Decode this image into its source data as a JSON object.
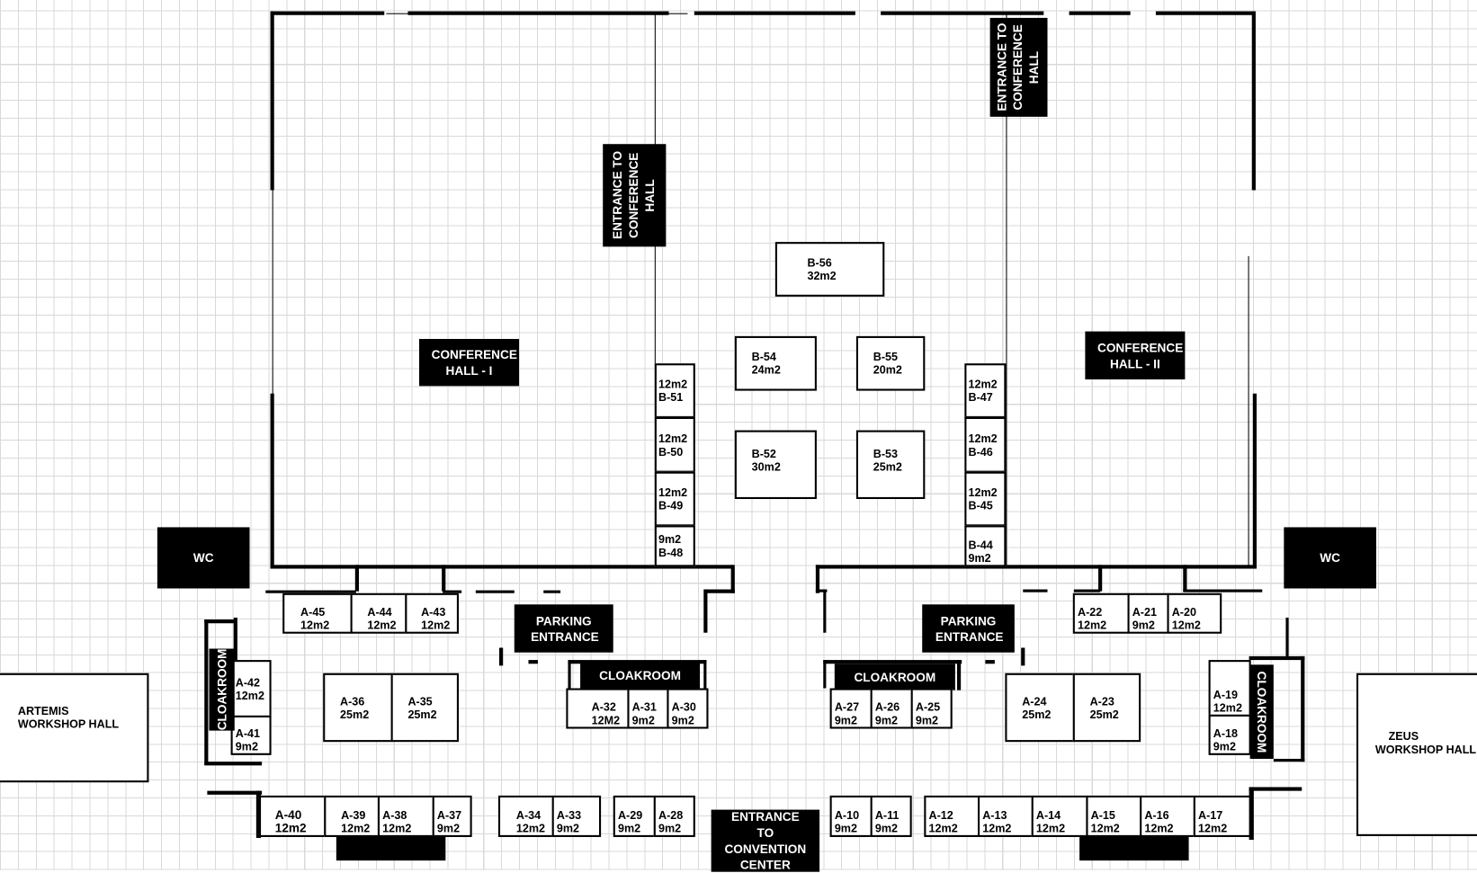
{
  "labels": {
    "entrance_conf": "ENTRANCE TO CONFERENCE HALL",
    "conf_hall_1": "CONFERENCE HALL - I",
    "conf_hall_2": "CONFERENCE HALL - II",
    "wc": "WC",
    "parking": "PARKING ENTRANCE",
    "cloakroom": "CLOAKROOM",
    "artemis_1": "ARTEMIS",
    "artemis_2": "WORKSHOP HALL",
    "zeus_1": "ZEUS",
    "zeus_2": "WORKSHOP HALL",
    "entrance_convention": "ENTRANCE TO CONVENTION CENTER"
  },
  "booths": {
    "B56": {
      "id": "B-56",
      "size": "32m2"
    },
    "B54": {
      "id": "B-54",
      "size": "24m2"
    },
    "B55": {
      "id": "B-55",
      "size": "20m2"
    },
    "B52": {
      "id": "B-52",
      "size": "30m2"
    },
    "B53": {
      "id": "B-53",
      "size": "25m2"
    },
    "B51": {
      "id": "B-51",
      "size": "12m2"
    },
    "B50": {
      "id": "B-50",
      "size": "12m2"
    },
    "B49": {
      "id": "B-49",
      "size": "12m2"
    },
    "B48": {
      "id": "B-48",
      "size": "9m2"
    },
    "B47": {
      "id": "B-47",
      "size": "12m2"
    },
    "B46": {
      "id": "B-46",
      "size": "12m2"
    },
    "B45": {
      "id": "B-45",
      "size": "12m2"
    },
    "B44": {
      "id": "B-44",
      "size": "9m2"
    },
    "A45": {
      "id": "A-45",
      "size": "12m2"
    },
    "A44": {
      "id": "A-44",
      "size": "12m2"
    },
    "A43": {
      "id": "A-43",
      "size": "12m2"
    },
    "A22": {
      "id": "A-22",
      "size": "12m2"
    },
    "A21": {
      "id": "A-21",
      "size": "9m2"
    },
    "A20": {
      "id": "A-20",
      "size": "12m2"
    },
    "A42": {
      "id": "A-42",
      "size": "12m2"
    },
    "A41": {
      "id": "A-41",
      "size": "9m2"
    },
    "A36": {
      "id": "A-36",
      "size": "25m2"
    },
    "A35": {
      "id": "A-35",
      "size": "25m2"
    },
    "A32": {
      "id": "A-32",
      "size": "12M2"
    },
    "A31": {
      "id": "A-31",
      "size": "9m2"
    },
    "A30": {
      "id": "A-30",
      "size": "9m2"
    },
    "A27": {
      "id": "A-27",
      "size": "9m2"
    },
    "A26": {
      "id": "A-26",
      "size": "9m2"
    },
    "A25": {
      "id": "A-25",
      "size": "9m2"
    },
    "A24": {
      "id": "A-24",
      "size": "25m2"
    },
    "A23": {
      "id": "A-23",
      "size": "25m2"
    },
    "A19": {
      "id": "A-19",
      "size": "12m2"
    },
    "A18": {
      "id": "A-18",
      "size": "9m2"
    },
    "A40": {
      "id": "A-40",
      "size": "12m2"
    },
    "A39": {
      "id": "A-39",
      "size": "12m2"
    },
    "A38": {
      "id": "A-38",
      "size": "12m2"
    },
    "A37": {
      "id": "A-37",
      "size": "9m2"
    },
    "A34": {
      "id": "A-34",
      "size": "12m2"
    },
    "A33": {
      "id": "A-33",
      "size": "9m2"
    },
    "A29": {
      "id": "A-29",
      "size": "9m2"
    },
    "A28": {
      "id": "A-28",
      "size": "9m2"
    },
    "A10": {
      "id": "A-10",
      "size": "9m2"
    },
    "A11": {
      "id": "A-11",
      "size": "9m2"
    },
    "A12": {
      "id": "A-12",
      "size": "12m2"
    },
    "A13": {
      "id": "A-13",
      "size": "12m2"
    },
    "A14": {
      "id": "A-14",
      "size": "12m2"
    },
    "A15": {
      "id": "A-15",
      "size": "12m2"
    },
    "A16": {
      "id": "A-16",
      "size": "12m2"
    },
    "A17": {
      "id": "A-17",
      "size": "12m2"
    }
  }
}
